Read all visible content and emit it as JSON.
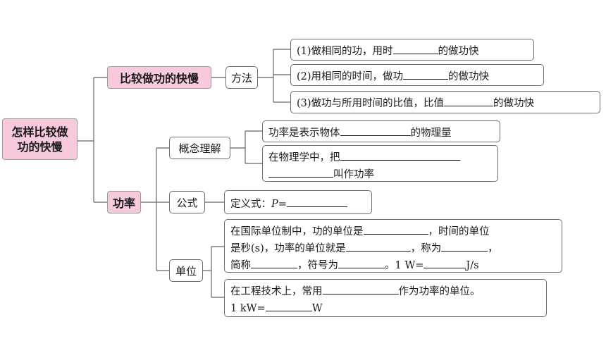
{
  "root": {
    "line1": "怎样比较做",
    "line2": "功的快慢"
  },
  "branch_compare": {
    "label": "比较做功的快慢",
    "method": "方法",
    "items": [
      {
        "before": "(1)做相同的功，用时",
        "after": "的做功快"
      },
      {
        "before": "(2)用相同的时间，做功",
        "after": "的做功快"
      },
      {
        "before": "(3)做功与所用时间的比值，比值",
        "after": "的做功快"
      }
    ]
  },
  "branch_power": {
    "label": "功率",
    "concept": {
      "label": "概念理解",
      "item1": {
        "before": "功率是表示物体",
        "after": "的物理量"
      },
      "item2": {
        "line1_before": "在物理学中，把",
        "line2_after": "叫作功率"
      }
    },
    "formula": {
      "label": "公式",
      "text_prefix": "定义式：",
      "symbol": "P",
      "equals": "="
    },
    "unit": {
      "label": "单位",
      "item1": {
        "l1_a": "在国际单位制中，功的单位是",
        "l1_b": "，时间的单位",
        "l2_a": "是秒(s)，功率的单位就是",
        "l2_b": "，称为",
        "l2_c": "，",
        "l3_a": "简称",
        "l3_b": "，符号为",
        "l3_c": "。1 W=",
        "l3_d": "J/s"
      },
      "item2": {
        "l1_a": "在工程技术上，常用",
        "l1_b": "作为功率的单位。",
        "l2_a": "1 kW=",
        "l2_b": "W"
      }
    }
  },
  "colors": {
    "node_fill": "#f6c9dc",
    "line": "#666666"
  }
}
